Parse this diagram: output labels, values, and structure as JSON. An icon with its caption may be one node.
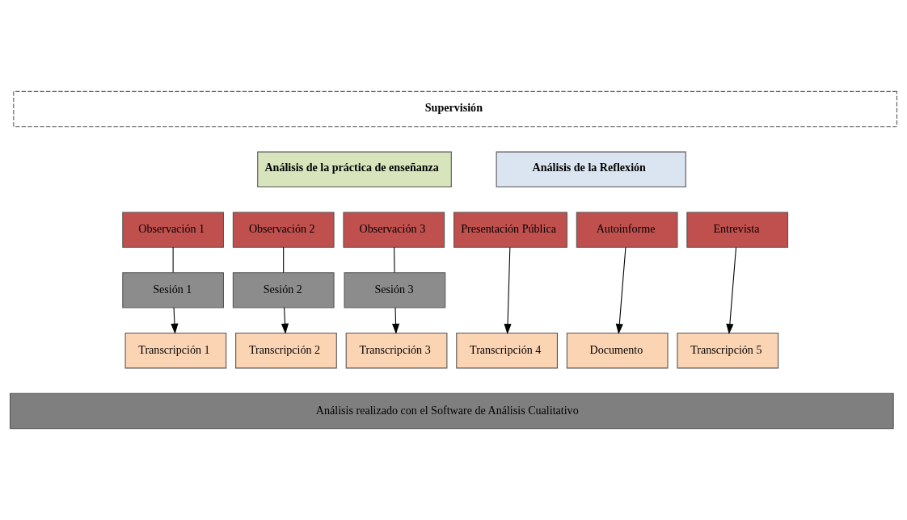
{
  "diagram": {
    "nodes": [
      {
        "text": [
          "Supervisión"
        ]
      },
      {
        "text": [
          "Análisis de la práctica de enseñanza"
        ]
      },
      {
        "text": [
          "Análisis de la Reflexión"
        ]
      },
      {
        "text": [
          "Observación 1"
        ]
      },
      {
        "text": [
          "Observación 2"
        ]
      },
      {
        "text": [
          "Observación 3"
        ]
      },
      {
        "text": [
          "Presentación Pública"
        ]
      },
      {
        "text": [
          "Autoinforme"
        ]
      },
      {
        "text": [
          "Entrevista"
        ]
      },
      {
        "text": [
          "Sesión 1"
        ]
      },
      {
        "text": [
          "Sesión 2"
        ]
      },
      {
        "text": [
          "Sesión 3"
        ]
      },
      {
        "text": [
          "Transcripción 1"
        ]
      },
      {
        "text": [
          "Transcripción 2"
        ]
      },
      {
        "text": [
          "Transcripción 3"
        ]
      },
      {
        "text": [
          "Transcripción 4"
        ]
      },
      {
        "text": [
          "Documento"
        ]
      },
      {
        "text": [
          "Transcripción 5"
        ]
      },
      {
        "text": [
          "Análisis realizado con el Software de Análisis Cualitativo"
        ]
      }
    ],
    "edges": [
      {
        "from": 3,
        "to": 9,
        "arrow": "none"
      },
      {
        "from": 9,
        "to": 12,
        "arrow": "to"
      },
      {
        "from": 4,
        "to": 10,
        "arrow": "none"
      },
      {
        "from": 10,
        "to": 13,
        "arrow": "to"
      },
      {
        "from": 5,
        "to": 11,
        "arrow": "none"
      },
      {
        "from": 11,
        "to": 14,
        "arrow": "to"
      },
      {
        "from": 6,
        "to": 15,
        "arrow": "to"
      },
      {
        "from": 7,
        "to": 16,
        "arrow": "to"
      },
      {
        "from": 8,
        "to": 17,
        "arrow": "to"
      }
    ]
  }
}
